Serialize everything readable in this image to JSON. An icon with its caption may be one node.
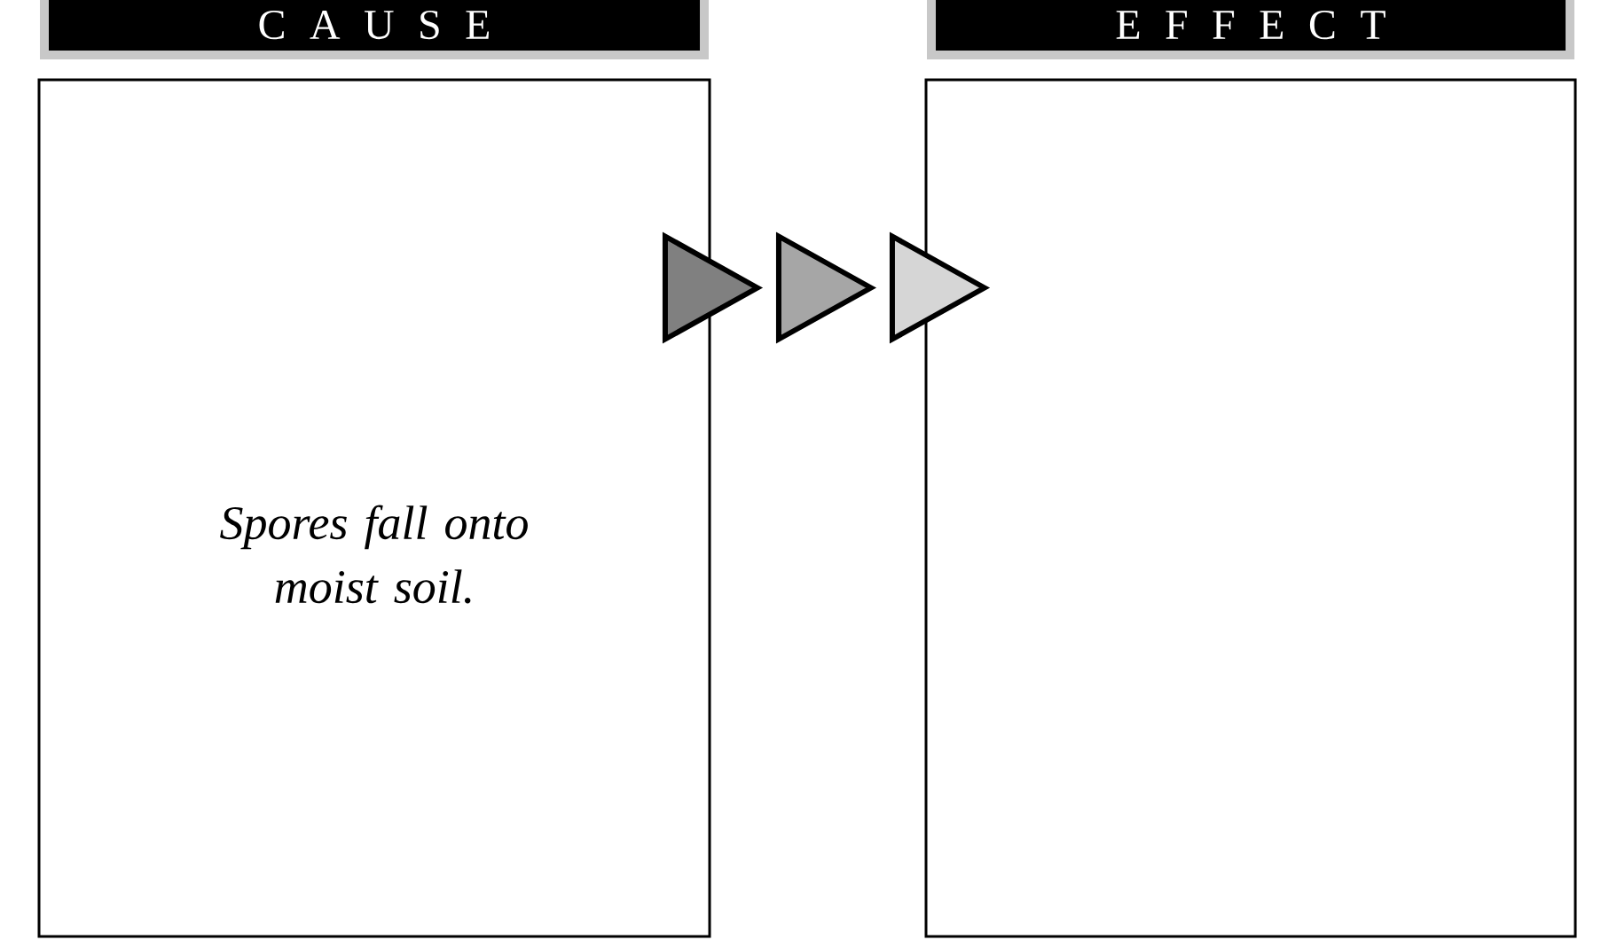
{
  "diagram": {
    "nodes": [
      {
        "text": [
          "C A U S E",
          "Spores fall onto moist soil."
        ]
      },
      {
        "text": [
          "E F F E C T"
        ]
      }
    ],
    "edges": [
      {
        "from": 0,
        "to": 1,
        "arrow": "to"
      }
    ]
  }
}
